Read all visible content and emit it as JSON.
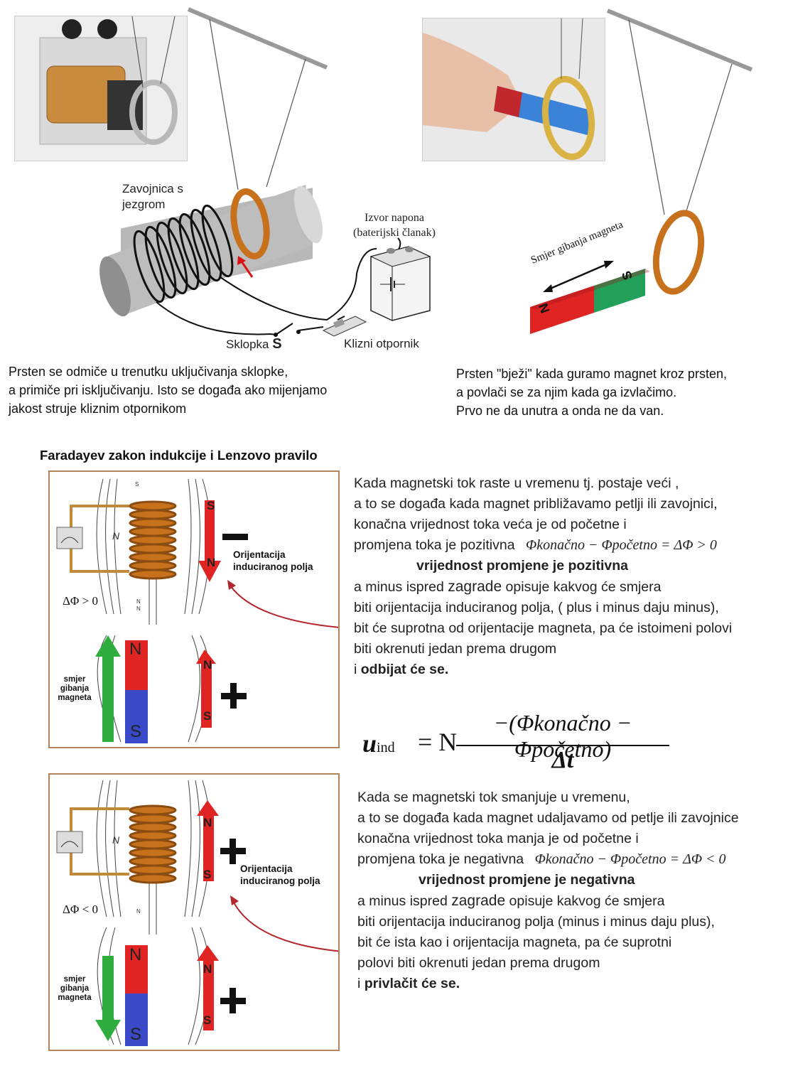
{
  "top_left": {
    "coil_label_line1": "Zavojnica s",
    "coil_label_line2": "jezgrom",
    "source_label_line1": "Izvor napona",
    "source_label_line2": "(baterijski članak)",
    "switch_label": "Sklopka",
    "switch_symbol": "S",
    "rheostat_label": "Klizni otpornik",
    "caption": [
      "Prsten se odmiče u trenutku uključivanja  sklopke,",
      "a primiče pri isključivanju. Isto se događa ako mijenjamo",
      "jakost struje kliznim otpornikom"
    ]
  },
  "top_right": {
    "motion_label": "Smjer gibanja magneta",
    "magnet_n": "N",
    "magnet_s": "S",
    "caption": [
      "Prsten \"bježi\" kada guramo magnet  kroz prsten,",
      "a povlači se za njim  kada ga izvlačimo.",
      "Prvo ne da unutra a onda ne da van."
    ]
  },
  "section_title": "Faradayev zakon indukcije i Lenzovo pravilo",
  "panel1": {
    "delta_label": "ΔΦ > 0",
    "orient_label_line1": "Orijentacija",
    "orient_label_line2": "induciranog polja",
    "motion_label": [
      "smjer",
      "gibanja",
      "magneta"
    ],
    "pole_n": "N",
    "pole_s": "S",
    "sign_minus": "−",
    "sign_plus": "+"
  },
  "panel2": {
    "delta_label": "ΔΦ < 0",
    "orient_label_line1": "Orijentacija",
    "orient_label_line2": "induciranog polja",
    "motion_label": [
      "smjer",
      "gibanja",
      "magneta"
    ],
    "pole_n": "N",
    "pole_s": "S",
    "sign_plus": "+"
  },
  "text1": {
    "line1": "Kada magnetski tok raste u vremenu tj. postaje veći ,",
    "line2": "a to se događa kada magnet približavamo petlji ili zavojnici,",
    "line3": "konačna vrijednost toka veća je od početne i",
    "line4": "promjena toka je pozitivna",
    "eq": "Φkonačno − Φpočetno = ΔΦ > 0",
    "heading": "vrijednost promjene je pozitivna",
    "line5a": "a minus ispred ",
    "line5b": "zagrade",
    "line5c": " opisuje kakvog će smjera",
    "line6": "biti orijentacija induciranog polja, ( plus i minus daju minus),",
    "line7": "bit će suprotna od orijentacije magneta, pa će istoimeni polovi",
    "line8": "biti okrenuti jedan prema drugom",
    "line9a": "i ",
    "line9b": "odbijat će se."
  },
  "formula": {
    "lhs": "u",
    "lhs_sub": "ind",
    "eq": "= N",
    "numerator": "−(Φkonačno − Φpočetno)",
    "denominator": "Δt"
  },
  "text2": {
    "line1": "Kada se magnetski tok smanjuje u vremenu,",
    "line2": "a to se događa kada magnet  udaljavamo od petlje ili zavojnice",
    "line3": "konačna vrijednost toka manja je od početne i",
    "line4": "promjena toka je negativna",
    "eq": "Φkonačno − Φpočetno = ΔΦ < 0",
    "heading": "vrijednost promjene je negativna",
    "line5a": "a minus ispred ",
    "line5b": "zagrade",
    "line5c": " opisuje kakvog će smjera",
    "line6": "biti orijentacija induciranog polja (minus i minus daju plus),",
    "line7": "bit će ista kao i orijentacija magneta, pa će suprotni",
    "line8": "polovi biti okrenuti jedan prema drugom",
    "line9a": "i ",
    "line9b": "privlačit  će se."
  },
  "colors": {
    "copper": "#c8711d",
    "magnet_red": "#e02424",
    "magnet_blue": "#3949c8",
    "magnet_green": "#22a05a",
    "arrow_green": "#2fae3e",
    "curve_red": "#b3262e",
    "panel_border": "#b5835a"
  }
}
